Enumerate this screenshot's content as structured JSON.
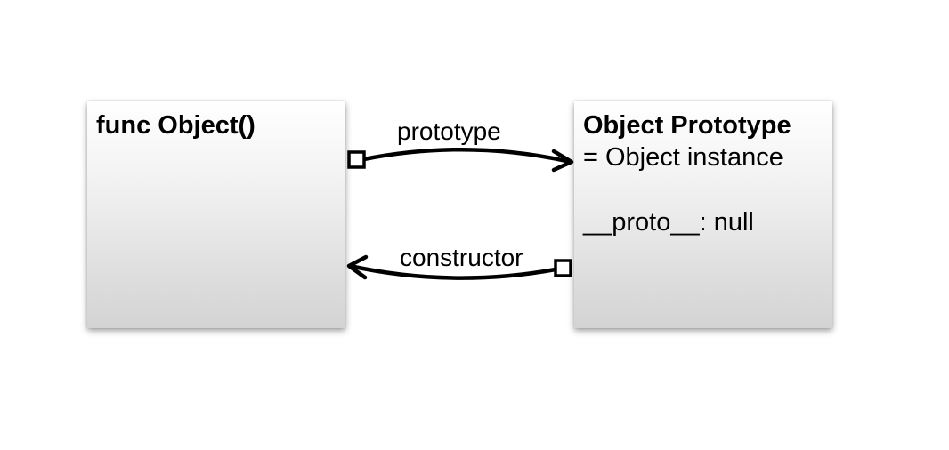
{
  "left_box": {
    "title": "func Object()"
  },
  "right_box": {
    "title": "Object Prototype",
    "line1": "= Object instance",
    "line2": "__proto__: null"
  },
  "arrows": {
    "top_label": "prototype",
    "bottom_label": "constructor"
  }
}
